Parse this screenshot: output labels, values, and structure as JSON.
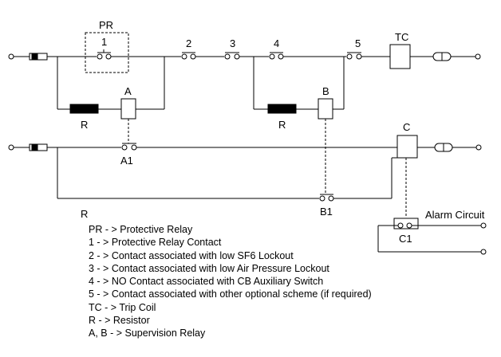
{
  "labels": {
    "pr": "PR",
    "c1_top": "1",
    "c2": "2",
    "c3": "3",
    "c4": "4",
    "c5": "5",
    "tc": "TC",
    "a": "A",
    "r1": "R",
    "b": "B",
    "r2": "R",
    "c": "C",
    "a1": "A1",
    "b1": "B1",
    "r3": "R",
    "c1": "C1",
    "alarm": "Alarm Circuit"
  },
  "legend": [
    "PR - > Protective Relay",
    "1 - > Protective Relay Contact",
    "2 - > Contact associated with low SF6 Lockout",
    "3 - > Contact associated with low Air Pressure Lockout",
    "4 - > NO Contact associated with CB Auxiliary Switch",
    "5 - > Contact associated with other optional scheme (if required)",
    "TC - > Trip Coil",
    "R - > Resistor",
    "A, B - > Supervision Relay"
  ]
}
